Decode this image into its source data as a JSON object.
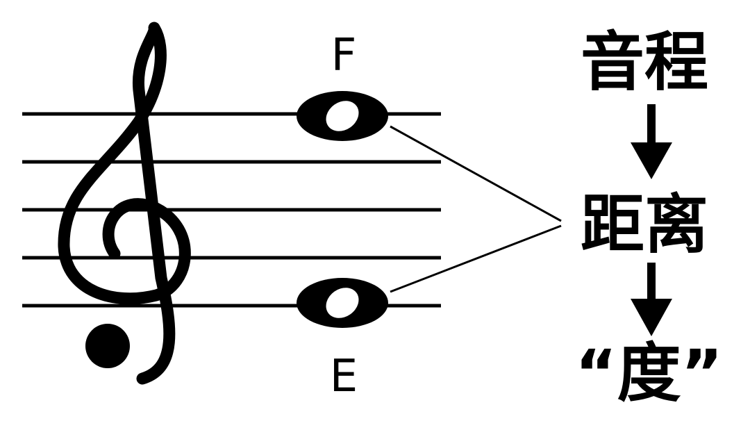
{
  "notes": {
    "upper": "F",
    "lower": "E"
  },
  "terms": {
    "first": "音程",
    "second": "距离",
    "third": "“度”"
  },
  "icons": {
    "clef": "treble-clef-icon",
    "arrow": "arrow-down-icon",
    "note": "whole-note-icon"
  },
  "colors": {
    "ink": "#000000",
    "background": "#ffffff"
  }
}
